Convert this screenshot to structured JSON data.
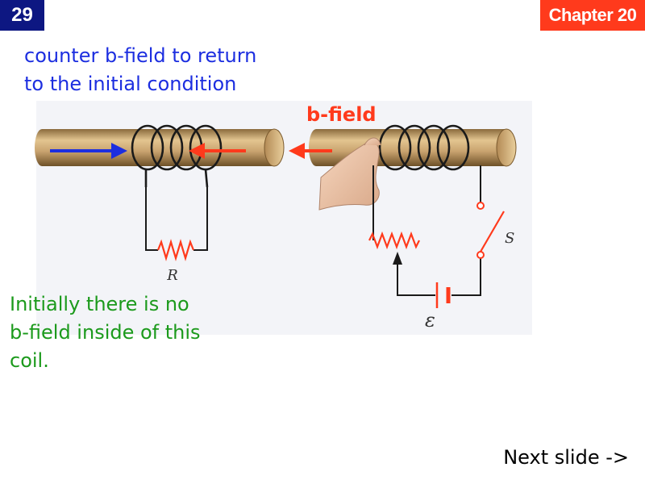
{
  "header": {
    "slide_number": "29",
    "chapter": "Chapter 20"
  },
  "captions": {
    "top": "counter b-field to return to the initial condition",
    "bottom": "Initially there is no b-field inside of this coil.",
    "bfield": "b-field"
  },
  "circuit_labels": {
    "resistor": "R",
    "switch": "S",
    "emf": "ε"
  },
  "nav": {
    "next": "Next slide ->"
  },
  "colors": {
    "header_blue": "#0d1782",
    "header_red": "#ff3a1c",
    "caption_blue": "#1c2ee0",
    "caption_green": "#1c9a1c",
    "arrow_red": "#ff3a1c",
    "arrow_blue": "#1c2ee0",
    "rod": "#c9a36f",
    "wire": "#1a1a1a"
  }
}
